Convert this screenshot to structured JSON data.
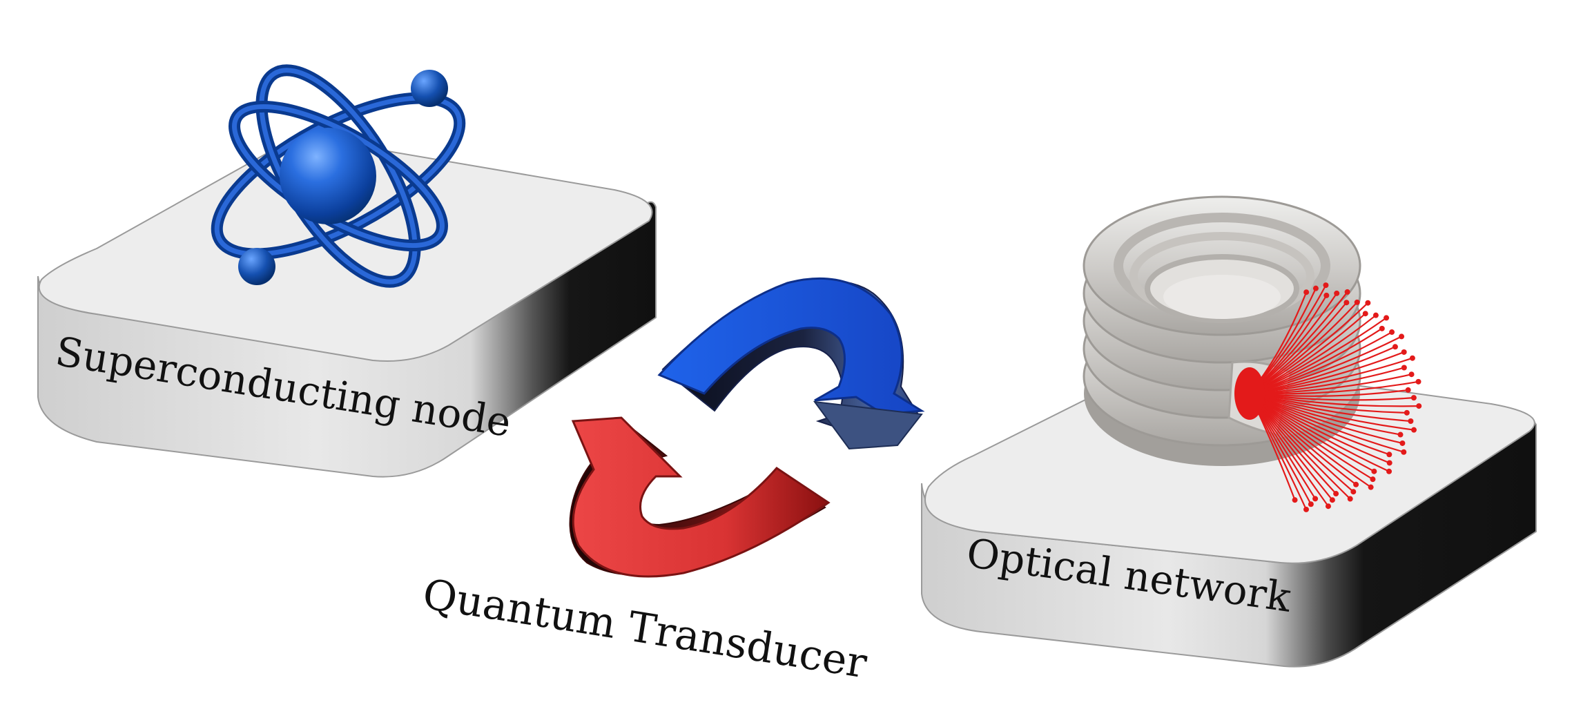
{
  "labels": {
    "superconducting": "Superconducting node",
    "optical": "Optical network",
    "transducer": "Quantum Transducer"
  },
  "colors": {
    "atom": "#1550b0",
    "blue_arrow": "#1a55d8",
    "red_arrow": "#e84040",
    "fiber": "#e31a1a",
    "platform_top": "#ededed",
    "platform_dark": "#161616",
    "coil": "#c9c7c4"
  }
}
